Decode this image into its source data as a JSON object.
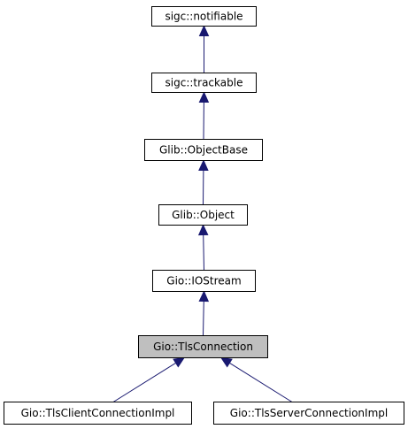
{
  "diagram": {
    "type": "inheritance-graph",
    "nodes": [
      {
        "id": "sigc-notifiable",
        "label": "sigc::notifiable",
        "current": false
      },
      {
        "id": "sigc-trackable",
        "label": "sigc::trackable",
        "current": false
      },
      {
        "id": "glib-objectbase",
        "label": "Glib::ObjectBase",
        "current": false
      },
      {
        "id": "glib-object",
        "label": "Glib::Object",
        "current": false
      },
      {
        "id": "gio-iostream",
        "label": "Gio::IOStream",
        "current": false
      },
      {
        "id": "gio-tlsconnection",
        "label": "Gio::TlsConnection",
        "current": true
      },
      {
        "id": "gio-tlsclientconnectionimpl",
        "label": "Gio::TlsClientConnectionImpl",
        "current": false
      },
      {
        "id": "gio-tlsserverconnectionimpl",
        "label": "Gio::TlsServerConnectionImpl",
        "current": false
      }
    ],
    "edges": [
      {
        "from": "sigc-trackable",
        "to": "sigc-notifiable"
      },
      {
        "from": "glib-objectbase",
        "to": "sigc-trackable"
      },
      {
        "from": "glib-object",
        "to": "glib-objectbase"
      },
      {
        "from": "gio-iostream",
        "to": "glib-object"
      },
      {
        "from": "gio-tlsconnection",
        "to": "gio-iostream"
      },
      {
        "from": "gio-tlsclientconnectionimpl",
        "to": "gio-tlsconnection"
      },
      {
        "from": "gio-tlsserverconnectionimpl",
        "to": "gio-tlsconnection"
      }
    ],
    "colors": {
      "edge": "#191970",
      "current_fill": "#bfbfbf",
      "node_fill": "#ffffff",
      "node_stroke": "#000000"
    }
  }
}
